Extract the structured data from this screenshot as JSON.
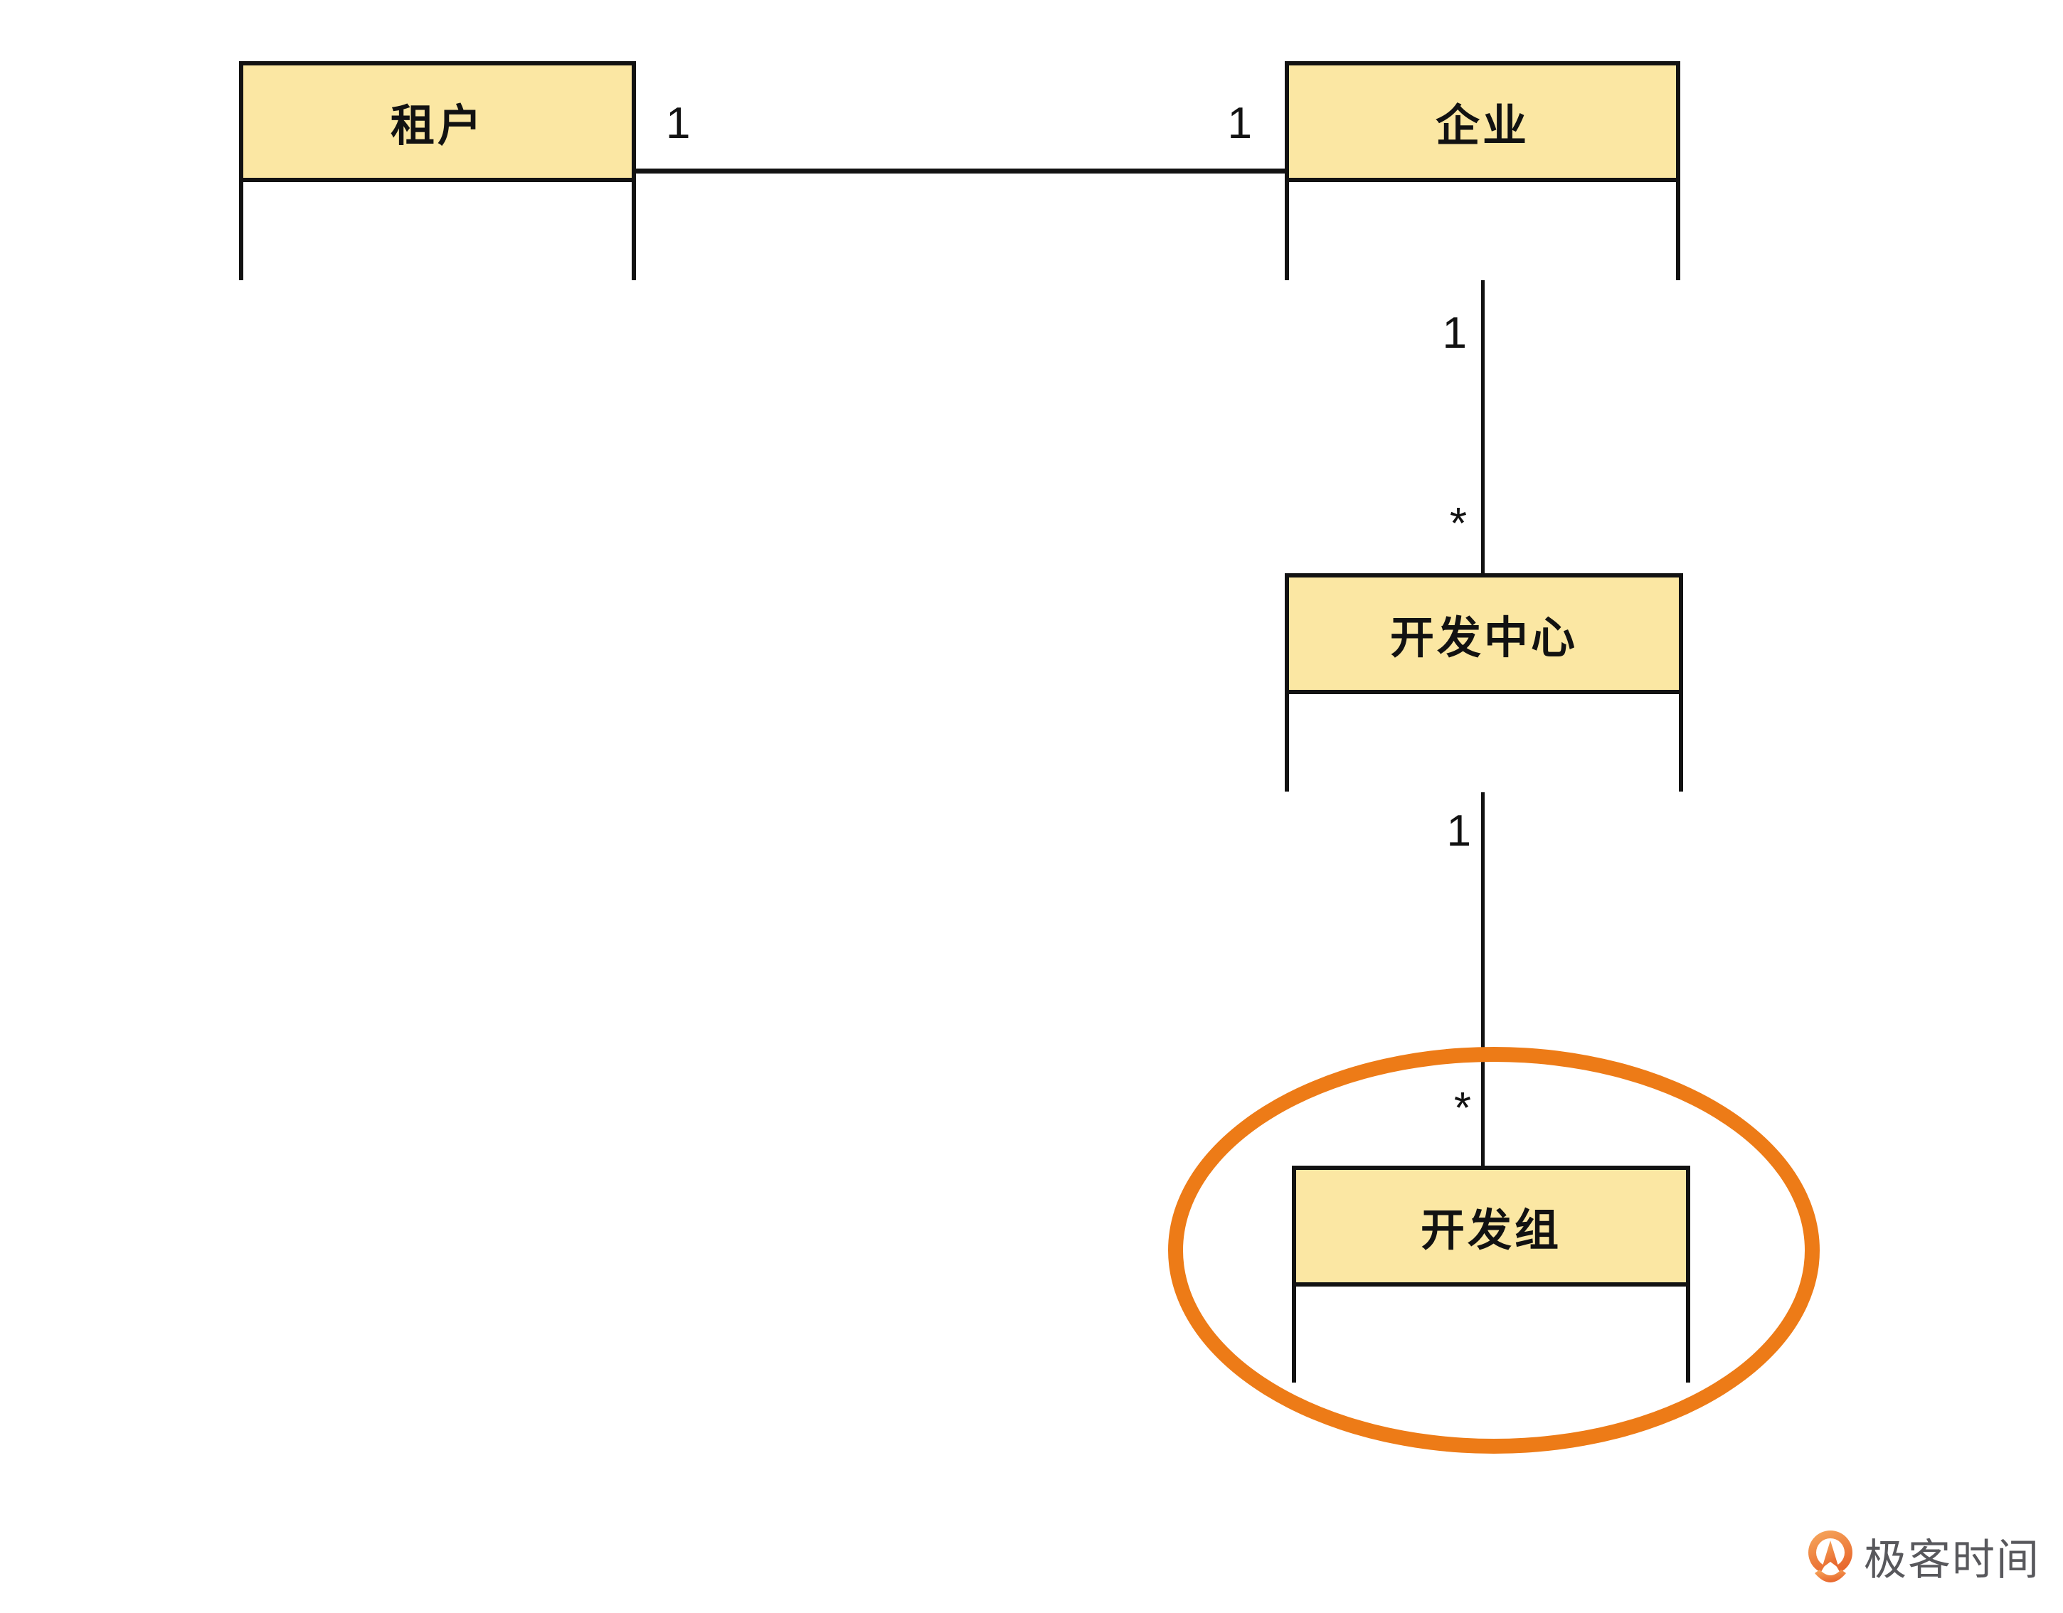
{
  "diagram": {
    "type": "uml-class-diagram",
    "background": "#FFFFFF",
    "entities": [
      {
        "id": "tenant",
        "name": "租户",
        "attributes": ""
      },
      {
        "id": "enterprise",
        "name": "企业",
        "attributes": ""
      },
      {
        "id": "dev_center",
        "name": "开发中心",
        "attributes": ""
      },
      {
        "id": "dev_group",
        "name": "开发组",
        "attributes": ""
      }
    ],
    "relationships": [
      {
        "from": "租户",
        "to": "企业",
        "from_label": "1",
        "to_label": "1",
        "orientation": "horizontal"
      },
      {
        "from": "企业",
        "to": "开发中心",
        "from_label": "1",
        "to_label": "*",
        "orientation": "vertical"
      },
      {
        "from": "开发中心",
        "to": "开发组",
        "from_label": "1",
        "to_label": "*",
        "orientation": "vertical"
      }
    ],
    "highlight": {
      "shape": "ellipse",
      "around_entity": "开发组",
      "stroke_color": "#ED7B17"
    },
    "colors": {
      "entity_header_fill": "#FBE7A3",
      "entity_border": "#121212",
      "connector": "#121212",
      "highlight": "#ED7B17"
    }
  },
  "watermark": {
    "text": "极客时间",
    "text_color": "#58585C",
    "icon": "geektime-pin-icon",
    "icon_gradient": [
      "#F7AA5E",
      "#E8682E"
    ]
  }
}
